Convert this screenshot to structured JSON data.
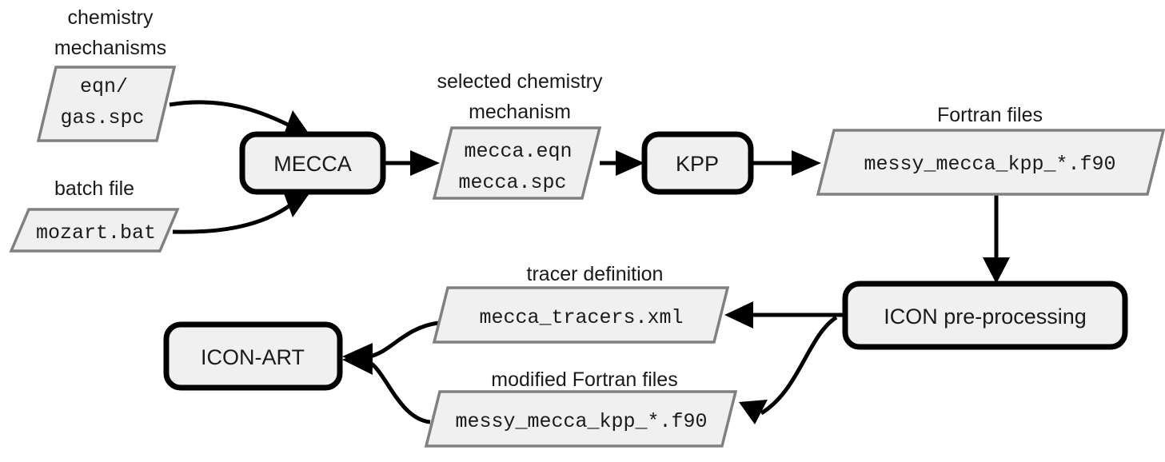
{
  "diagram": {
    "title": "MECCA / KPP / ICON-ART chemistry mechanism preprocessing workflow",
    "colors": {
      "process_fill": "#f0f0f0",
      "process_stroke": "#000000",
      "data_fill": "#f0f0f0",
      "data_stroke": "#808080",
      "edge": "#000000",
      "background": "#ffffff",
      "text": "#1a1a1a"
    },
    "captions": {
      "chemistry_mechanisms_line1": "chemistry",
      "chemistry_mechanisms_line2": "mechanisms",
      "batch_file": "batch file",
      "selected_mechanism_line1": "selected chemistry",
      "selected_mechanism_line2": "mechanism",
      "fortran_files": "Fortran files",
      "tracer_definition": "tracer definition",
      "modified_fortran_files": "modified Fortran files"
    },
    "nodes": {
      "eqn_gas_spc_line1": "eqn/",
      "eqn_gas_spc_line2": "gas.spc",
      "mozart_bat": "mozart.bat",
      "mecca": "MECCA",
      "mecca_eqn": "mecca.eqn",
      "mecca_spc": "mecca.spc",
      "kpp": "KPP",
      "messy_fortran": "messy_mecca_kpp_*.f90",
      "icon_preprocessing": "ICON pre-processing",
      "mecca_tracers_xml": "mecca_tracers.xml",
      "modified_messy_fortran": "messy_mecca_kpp_*.f90",
      "icon_art": "ICON-ART"
    }
  }
}
